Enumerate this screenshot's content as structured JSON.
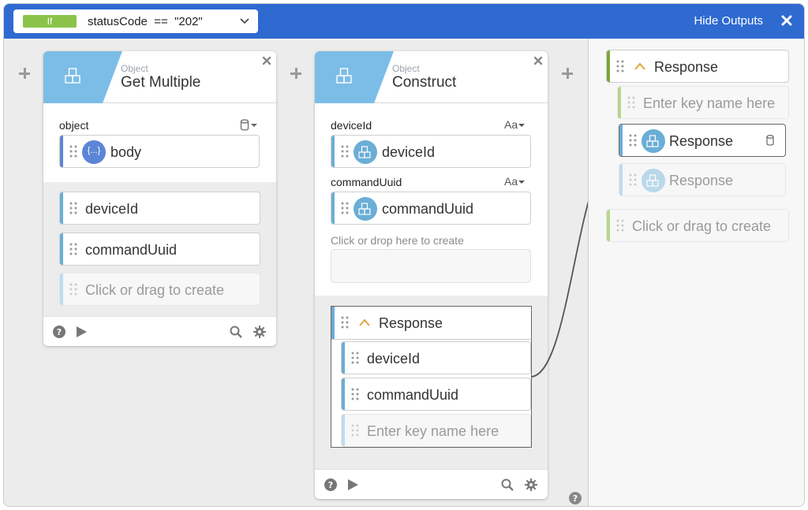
{
  "topbar": {
    "condition_badge": "If",
    "condition_expr": "statusCode  ==  \"202\"",
    "hide_outputs_label": "Hide Outputs"
  },
  "cards": {
    "get_multiple": {
      "kind": "Object",
      "title": "Get Multiple",
      "input_label": "object",
      "input_value": "body",
      "input_value_icon": "{...}",
      "outputs": [
        "deviceId",
        "commandUuid"
      ],
      "create_hint": "Click or drag to create"
    },
    "construct": {
      "kind": "Object",
      "title": "Construct",
      "fields": [
        {
          "label": "deviceId",
          "type": "Aa",
          "value": "deviceId"
        },
        {
          "label": "commandUuid",
          "type": "Aa",
          "value": "commandUuid"
        }
      ],
      "drop_hint": "Click or drop here to create",
      "output_group": "Response",
      "output_children": [
        "deviceId",
        "commandUuid"
      ],
      "enter_key_hint": "Enter key name here"
    }
  },
  "outputs_panel": {
    "group": "Response",
    "enter_key_hint": "Enter key name here",
    "mapped_item": "Response",
    "ghost_item": "Response",
    "create_hint": "Click or drag to create"
  },
  "colors": {
    "topbar": "#2f6ad1",
    "accent_blue": "#6aaed6",
    "accent_green": "#7aa63a",
    "badge_green": "#8bc34a"
  }
}
